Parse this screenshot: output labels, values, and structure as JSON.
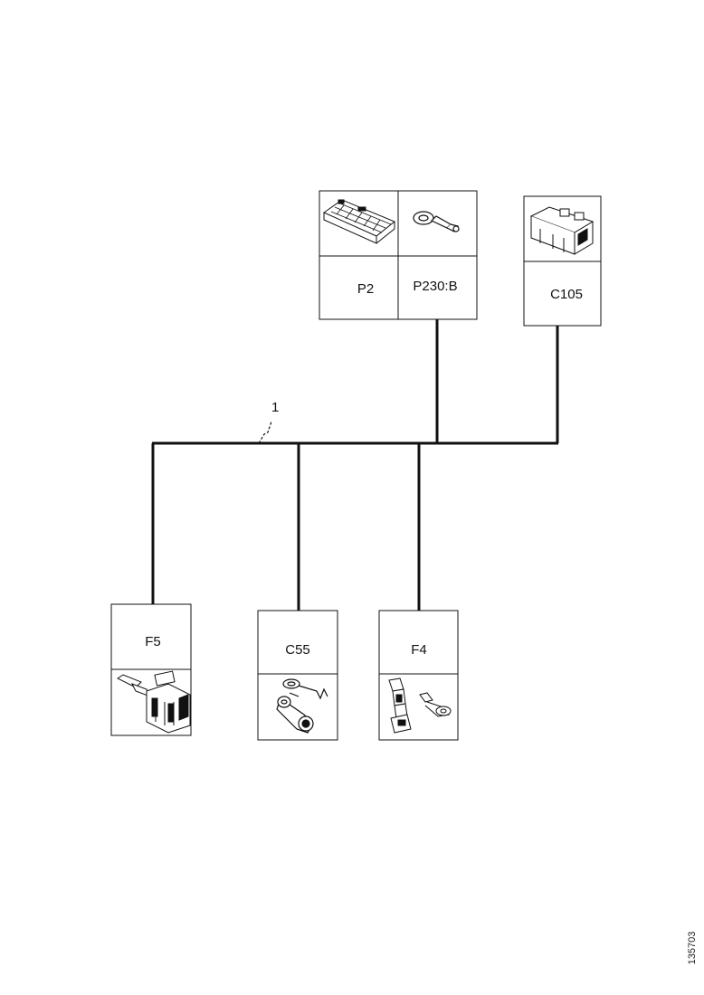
{
  "diagram": {
    "wire_label": "1",
    "figure_code": "135703"
  },
  "connectors": {
    "p2": {
      "label": "P2",
      "icon": "multi-pin-connector-icon"
    },
    "p230": {
      "label": "P230:B",
      "icon": "ring-terminal-icon"
    },
    "c105": {
      "label": "C105",
      "icon": "connector-housing-icon"
    },
    "f5": {
      "label": "F5",
      "icon": "fuse-holder-icon"
    },
    "c55": {
      "label": "C55",
      "icon": "ring-terminal-pair-icon"
    },
    "f4": {
      "label": "F4",
      "icon": "fuse-icon"
    }
  },
  "colors": {
    "line": "#111111",
    "background": "#ffffff"
  }
}
